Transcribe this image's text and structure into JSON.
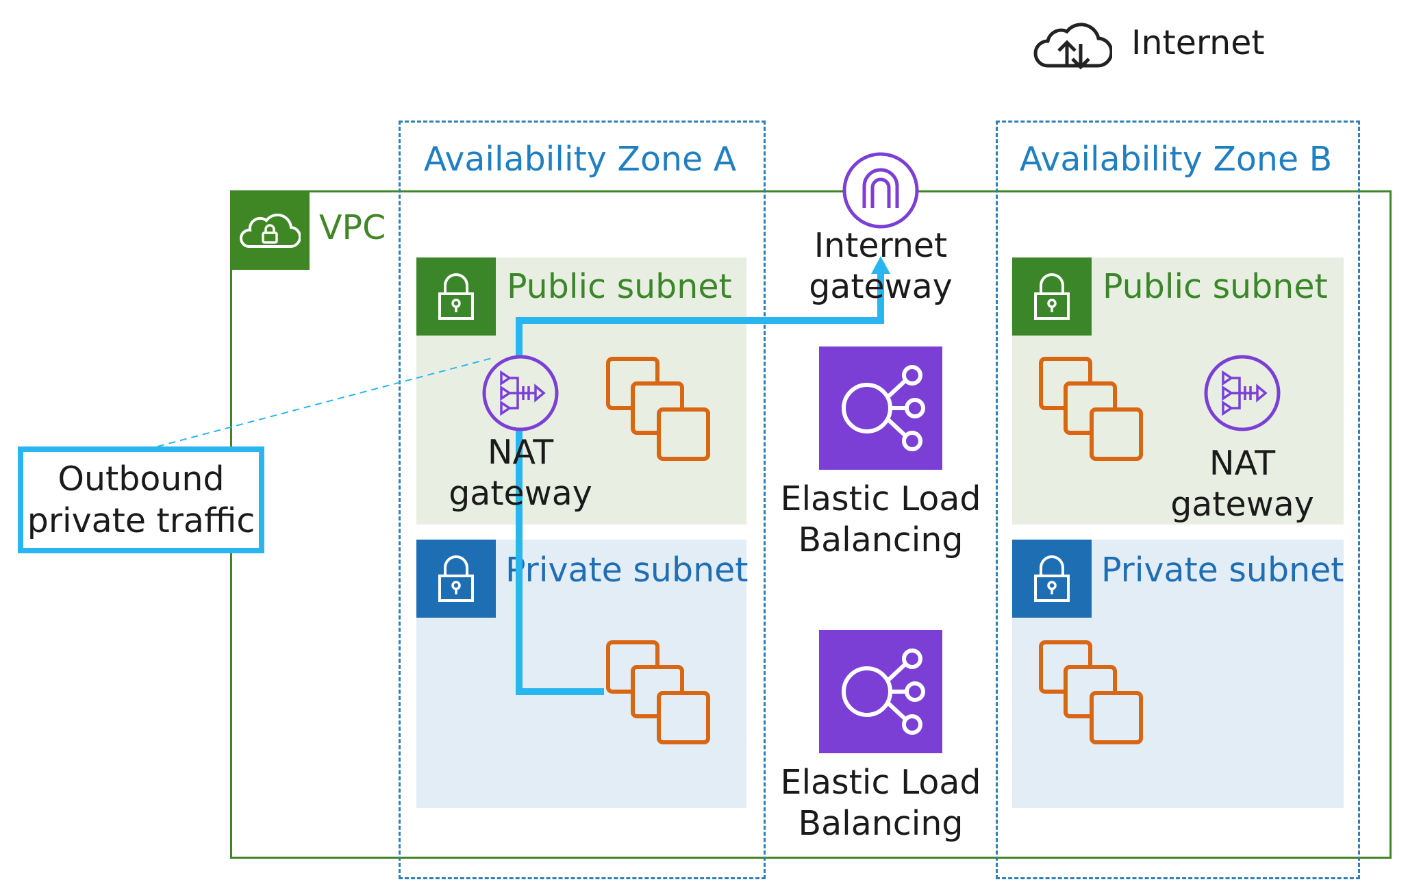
{
  "internet": {
    "label": "Internet"
  },
  "vpc": {
    "label": "VPC"
  },
  "zones": [
    {
      "title": "Availability Zone A"
    },
    {
      "title": "Availability Zone B"
    }
  ],
  "subnets": {
    "a_public": "Public subnet",
    "a_private": "Private subnet",
    "b_public": "Public subnet",
    "b_private": "Private subnet"
  },
  "internet_gateway": {
    "line1": "Internet",
    "line2": "gateway"
  },
  "nat_gateway_a": {
    "line1": "NAT",
    "line2": "gateway"
  },
  "nat_gateway_b": {
    "line1": "NAT",
    "line2": "gateway"
  },
  "elb": [
    {
      "line1": "Elastic Load",
      "line2": "Balancing"
    },
    {
      "line1": "Elastic Load",
      "line2": "Balancing"
    }
  ],
  "callout": {
    "line1": "Outbound",
    "line2": "private traffic"
  },
  "colors": {
    "vpc_green": "#3f8624",
    "public_badge": "#3a8629",
    "private_badge": "#1e6eb4",
    "zone_blue": "#1f7fc1",
    "purple": "#7b3fd6",
    "ec2_orange": "#d86613",
    "traffic_cyan": "#29b6f0"
  },
  "icons": [
    "cloud-upload-download-icon",
    "vpc-cloud-lock-icon",
    "lock-icon",
    "internet-gateway-icon",
    "nat-gateway-icon",
    "ec2-instances-icon",
    "elastic-load-balancing-icon"
  ]
}
